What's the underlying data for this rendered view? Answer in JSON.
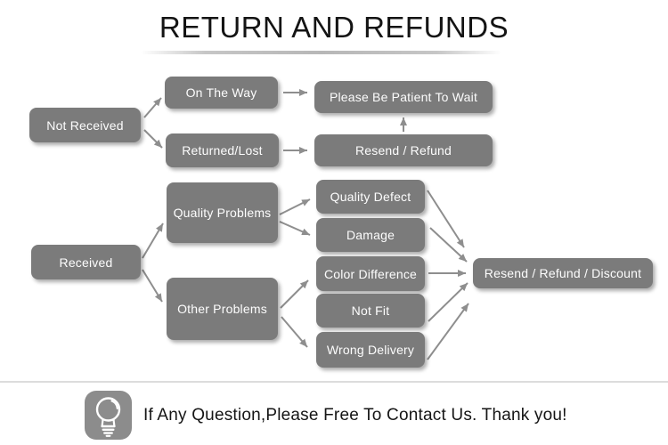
{
  "title": "RETURN AND REFUNDS",
  "flowchart": {
    "nodes": [
      {
        "id": "not-received",
        "label": "Not Received"
      },
      {
        "id": "on-the-way",
        "label": "On The Way"
      },
      {
        "id": "returned-lost",
        "label": "Returned/Lost"
      },
      {
        "id": "please-wait",
        "label": "Please Be Patient To Wait"
      },
      {
        "id": "resend-refund",
        "label": "Resend / Refund"
      },
      {
        "id": "received",
        "label": "Received"
      },
      {
        "id": "quality-problems",
        "label": "Quality Problems"
      },
      {
        "id": "other-problems",
        "label": "Other Problems"
      },
      {
        "id": "quality-defect",
        "label": "Quality Defect"
      },
      {
        "id": "damage",
        "label": "Damage"
      },
      {
        "id": "color-difference",
        "label": "Color Difference"
      },
      {
        "id": "not-fit",
        "label": "Not Fit"
      },
      {
        "id": "wrong-delivery",
        "label": "Wrong Delivery"
      },
      {
        "id": "resend-refund-discount",
        "label": "Resend / Refund / Discount"
      }
    ],
    "edges": [
      {
        "from": "not-received",
        "to": "on-the-way"
      },
      {
        "from": "not-received",
        "to": "returned-lost"
      },
      {
        "from": "on-the-way",
        "to": "please-wait"
      },
      {
        "from": "returned-lost",
        "to": "resend-refund"
      },
      {
        "from": "resend-refund",
        "to": "please-wait"
      },
      {
        "from": "received",
        "to": "quality-problems"
      },
      {
        "from": "received",
        "to": "other-problems"
      },
      {
        "from": "quality-problems",
        "to": "quality-defect"
      },
      {
        "from": "quality-problems",
        "to": "damage"
      },
      {
        "from": "other-problems",
        "to": "color-difference"
      },
      {
        "from": "other-problems",
        "to": "wrong-delivery"
      },
      {
        "from": "quality-defect",
        "to": "resend-refund-discount"
      },
      {
        "from": "damage",
        "to": "resend-refund-discount"
      },
      {
        "from": "color-difference",
        "to": "resend-refund-discount"
      },
      {
        "from": "not-fit",
        "to": "resend-refund-discount"
      },
      {
        "from": "wrong-delivery",
        "to": "resend-refund-discount"
      }
    ]
  },
  "footer": {
    "message": "If Any Question,Please Free To Contact Us. Thank you!"
  },
  "icons": {
    "footer_icon": "lightbulb-icon"
  },
  "colors": {
    "box_fill": "#7b7b7b",
    "box_text": "#fdfdfd",
    "arrow": "#8e8e8e",
    "title_text": "#141414",
    "divider": "#dcdcdc",
    "icon_fill": "#8c8c8c",
    "background": "#ffffff"
  }
}
